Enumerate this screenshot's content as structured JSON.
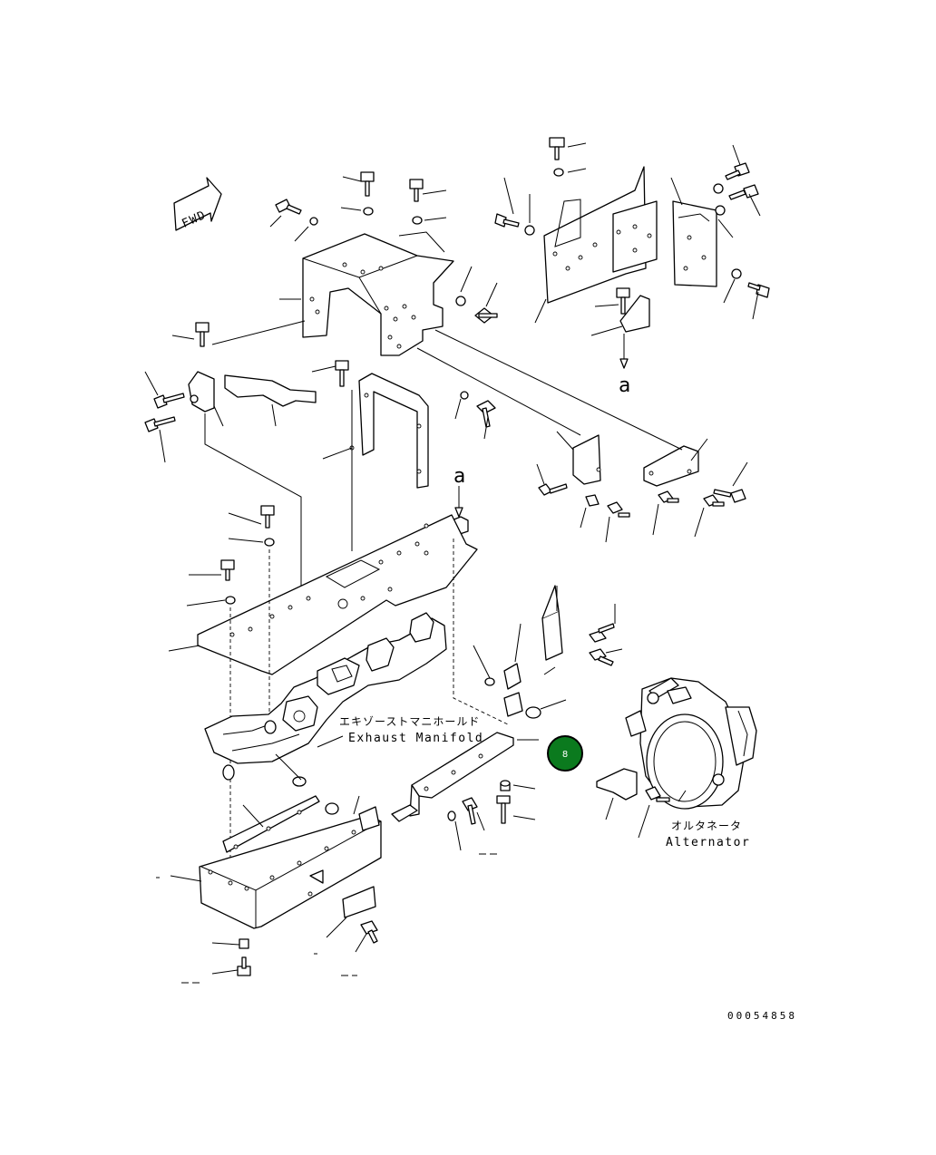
{
  "labels": {
    "fwd": "FWD",
    "exhaust_manifold_jp": "エキゾーストマニホールド",
    "exhaust_manifold_en": "Exhaust Manifold",
    "alternator_jp": "オルタネータ",
    "alternator_en": "Alternator",
    "view_a_top": "a",
    "view_a_mid": "a",
    "drawing_number": "00054858"
  },
  "badge": {
    "text": "8",
    "color": "#0b7a1e"
  }
}
